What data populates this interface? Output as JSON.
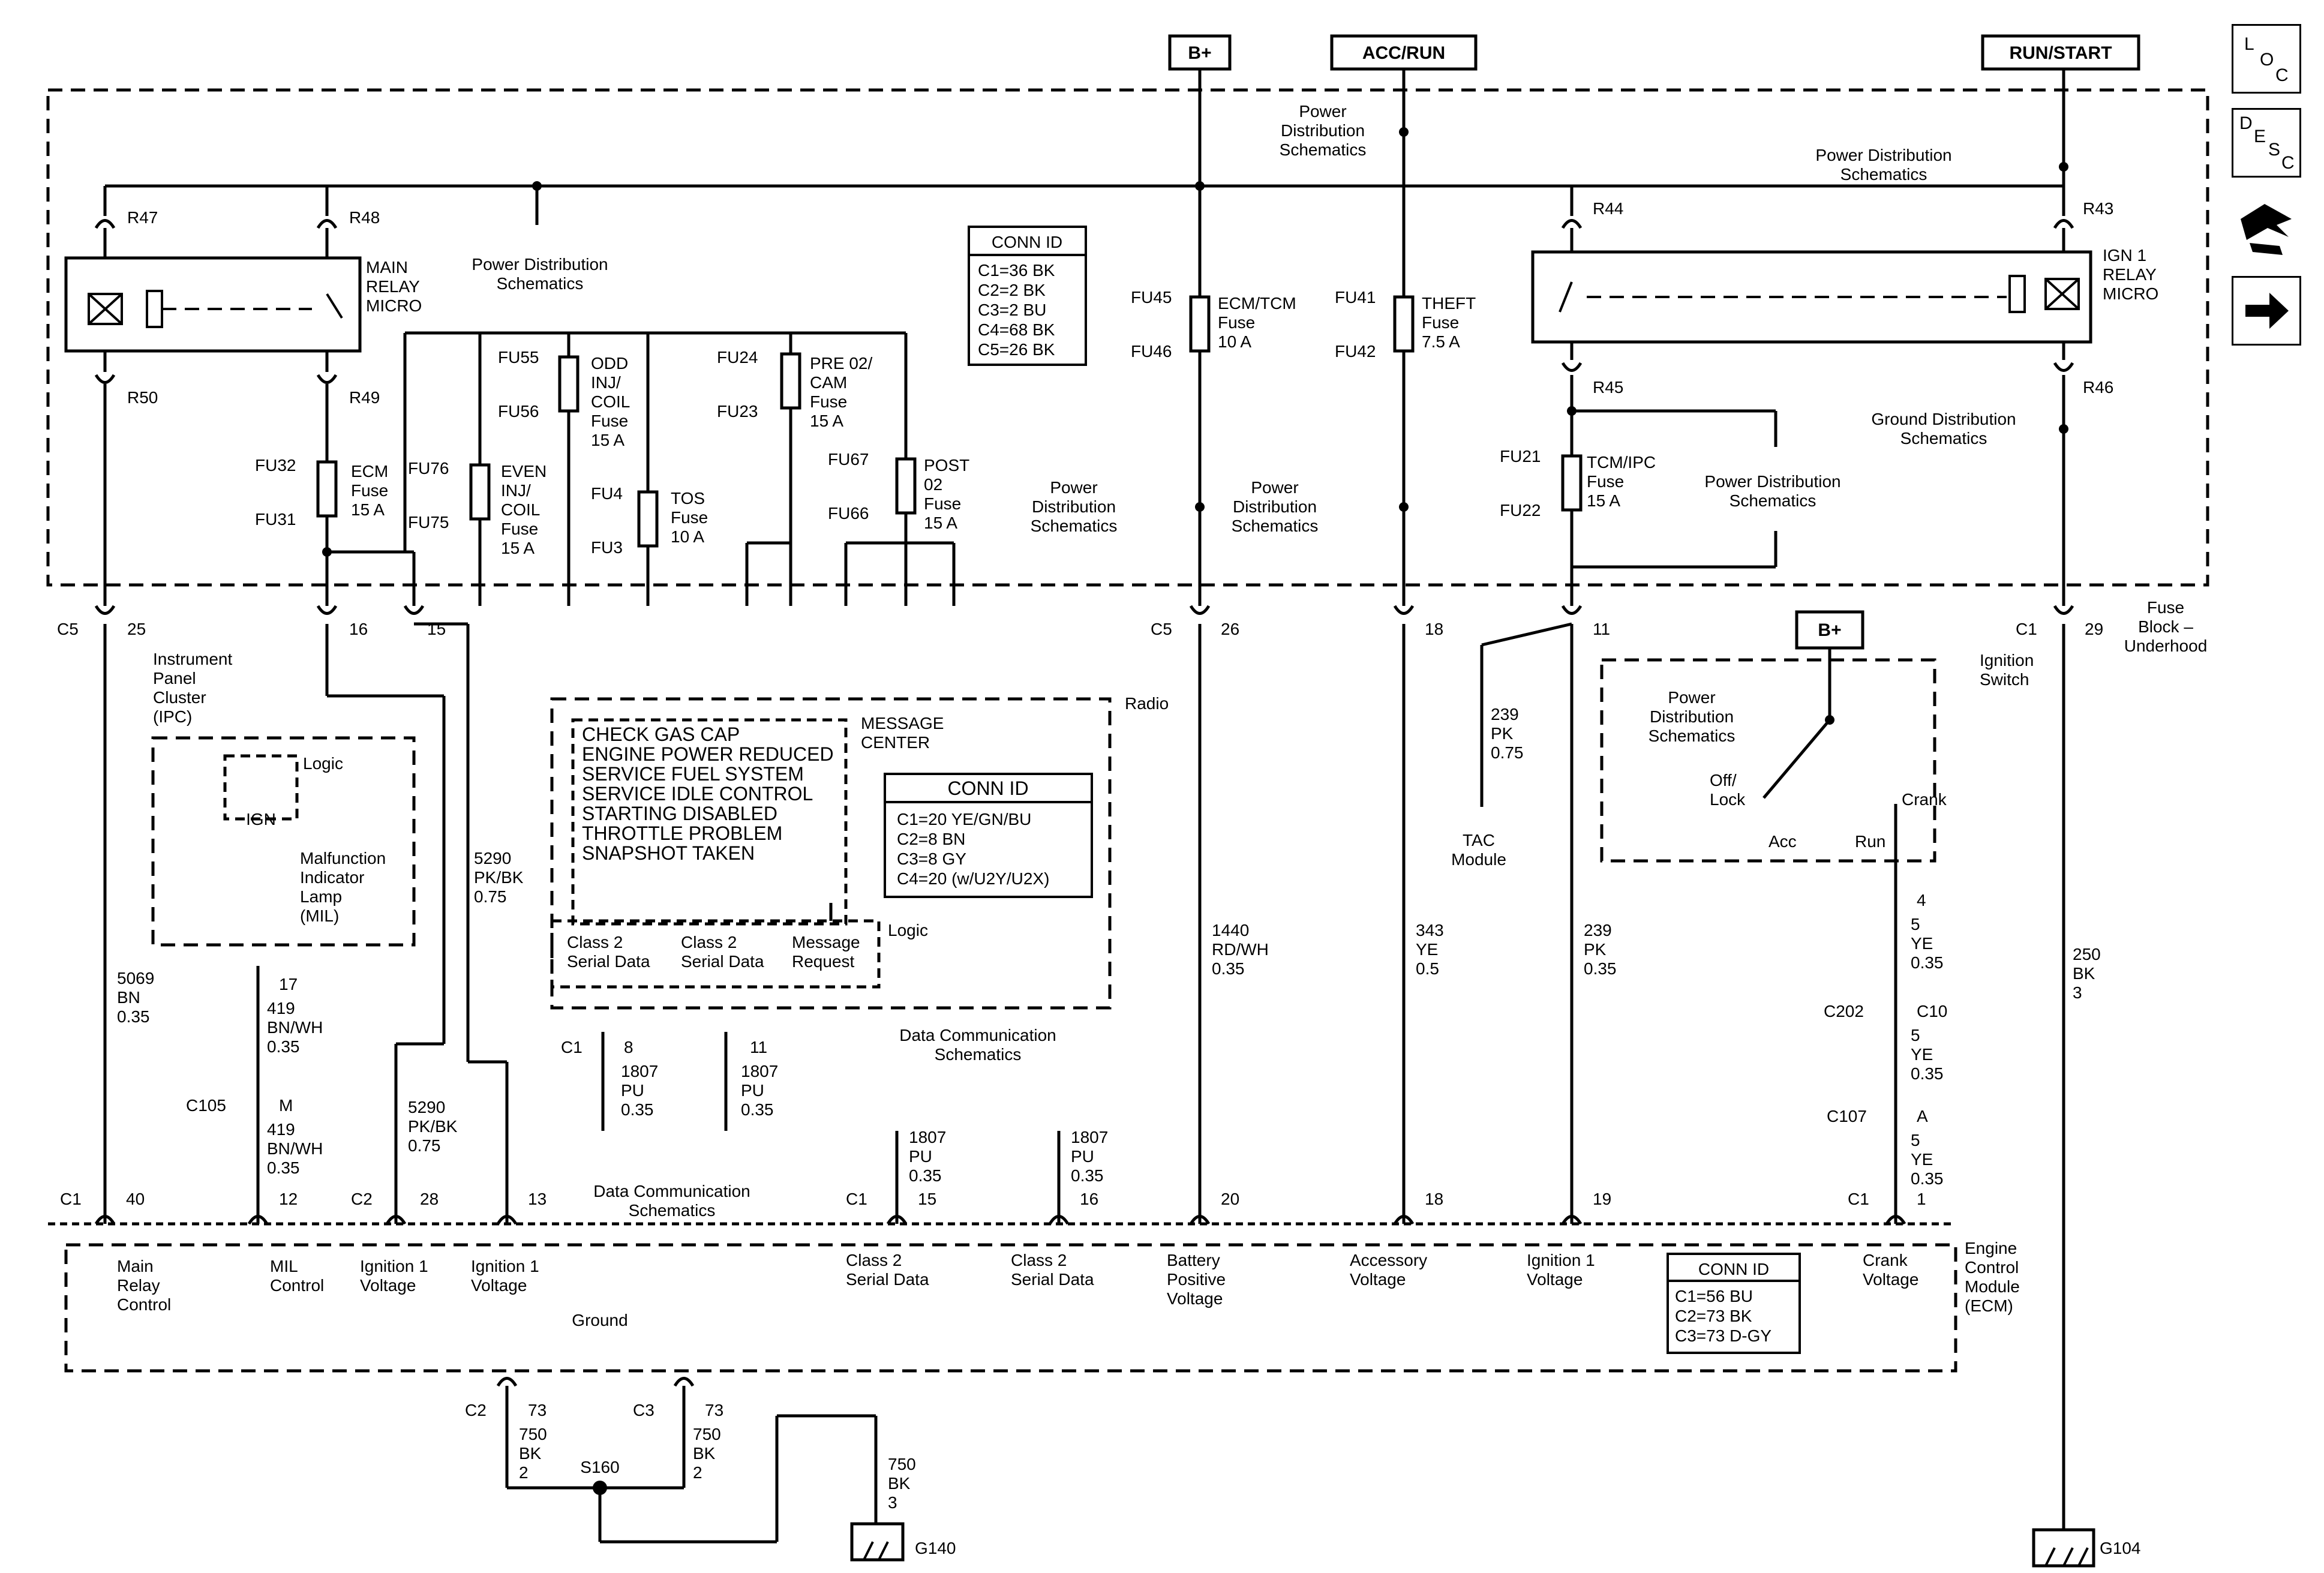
{
  "buses": {
    "bplus": "B+",
    "accrun": "ACC/RUN",
    "runstart": "RUN/START",
    "bplus2": "B+"
  },
  "side_icons": {
    "loc": [
      "L",
      "O",
      "C"
    ],
    "desc": [
      "D",
      "E",
      "S",
      "C"
    ],
    "diagnostic": "diagnostic-icon",
    "next": "next-arrow-icon"
  },
  "labels": {
    "pds_top": [
      "Power",
      "Distribution",
      "Schematics"
    ],
    "pds_right": [
      "Power Distribution",
      "Schematics"
    ],
    "pds_left": [
      "Power Distribution",
      "Schematics"
    ],
    "gds": [
      "Ground Distribution",
      "Schematics"
    ],
    "pds_tcm": [
      "Power Distribution",
      "Schematics"
    ],
    "pds_mid1": [
      "Power",
      "Distribution",
      "Schematics"
    ],
    "pds_mid2": [
      "Power",
      "Distribution",
      "Schematics"
    ],
    "pds_ign": [
      "Power",
      "Distribution",
      "Schematics"
    ],
    "main_relay": [
      "MAIN",
      "RELAY",
      "MICRO"
    ],
    "ign_relay": [
      "IGN 1",
      "RELAY",
      "MICRO"
    ],
    "r47": "R47",
    "r48": "R48",
    "r50": "R50",
    "r49": "R49",
    "r44": "R44",
    "r43": "R43",
    "r45": "R45",
    "r46": "R46",
    "conn_title": "CONN ID",
    "conn_fuse": [
      "C1=36 BK",
      "C2=2 BK",
      "C3=2 BU",
      "C4=68 BK",
      "C5=26 BK"
    ],
    "fu45": "FU45",
    "fu46": "FU46",
    "ecm_tcm": [
      "ECM/TCM",
      "Fuse",
      "10 A"
    ],
    "fu41": "FU41",
    "fu42": "FU42",
    "theft": [
      "THEFT",
      "Fuse",
      "7.5 A"
    ],
    "fu55": "FU55",
    "fu56": "FU56",
    "odd": [
      "ODD",
      "INJ/",
      "COIL",
      "Fuse",
      "15 A"
    ],
    "fu24": "FU24",
    "fu23": "FU23",
    "pre": [
      "PRE 02/",
      "CAM",
      "Fuse",
      "15 A"
    ],
    "fu32": "FU32",
    "fu31": "FU31",
    "ecm_fuse": [
      "ECM",
      "Fuse",
      "15 A"
    ],
    "fu76": "FU76",
    "fu75": "FU75",
    "even": [
      "EVEN",
      "INJ/",
      "COIL",
      "Fuse",
      "15 A"
    ],
    "fu4": "FU4",
    "fu3": "FU3",
    "tos": [
      "TOS",
      "Fuse",
      "10 A"
    ],
    "fu67": "FU67",
    "fu66": "FU66",
    "post": [
      "POST",
      "02",
      "Fuse",
      "15 A"
    ],
    "fu21": "FU21",
    "fu22": "FU22",
    "tcm": [
      "TCM/IPC",
      "Fuse",
      "15 A"
    ],
    "c5a": "C5",
    "p25": "25",
    "p16": "16",
    "p15": "15",
    "c5b": "C5",
    "p26": "26",
    "p18": "18",
    "p11": "11",
    "c1a": "C1",
    "p29": "29",
    "fuse_block": [
      "Fuse",
      "Block –",
      "Underhood"
    ],
    "ipc": [
      "Instrument",
      "Panel",
      "Cluster",
      "(IPC)"
    ],
    "logic": "Logic",
    "ign": "IGN",
    "mil": [
      "Malfunction",
      "Indicator",
      "Lamp",
      "(MIL)"
    ],
    "w5069": [
      "5069",
      "BN",
      "0.35"
    ],
    "p17": "17",
    "w419a": [
      "419",
      "BN/WH",
      "0.35"
    ],
    "c105": "C105",
    "pm": "M",
    "w419b": [
      "419",
      "BN/WH",
      "0.35"
    ],
    "w5290a": [
      "5290",
      "PK/BK",
      "0.75"
    ],
    "w5290b": [
      "5290",
      "PK/BK",
      "0.75"
    ],
    "radio": "Radio",
    "msg_center": [
      "MESSAGE",
      "CENTER"
    ],
    "messages": [
      "CHECK GAS CAP",
      "ENGINE POWER REDUCED",
      "SERVICE FUEL SYSTEM",
      "SERVICE IDLE CONTROL",
      "STARTING DISABLED",
      "THROTTLE PROBLEM",
      "SNAPSHOT TAKEN"
    ],
    "conn_radio": [
      "C1=20 YE/GN/BU",
      "C2=8 BN",
      "C3=8 GY",
      "C4=20 (w/U2Y/U2X)"
    ],
    "radio_logic": "Logic",
    "class2a": [
      "Class 2",
      "Serial Data"
    ],
    "class2b": [
      "Class 2",
      "Serial Data"
    ],
    "msg_req": [
      "Message",
      "Request"
    ],
    "c1r": "C1",
    "p8": "8",
    "p11r": "11",
    "w1807a": [
      "1807",
      "PU",
      "0.35"
    ],
    "w1807b": [
      "1807",
      "PU",
      "0.35"
    ],
    "dcs_bottom": [
      "Data Communication",
      "Schematics"
    ],
    "dcs_top": [
      "Data Communication",
      "Schematics"
    ],
    "w1807c": [
      "1807",
      "PU",
      "0.35"
    ],
    "w1807d": [
      "1807",
      "PU",
      "0.35"
    ],
    "w1440": [
      "1440",
      "RD/WH",
      "0.35"
    ],
    "w343": [
      "343",
      "YE",
      "0.5"
    ],
    "w239a": [
      "239",
      "PK",
      "0.75"
    ],
    "tac": [
      "TAC",
      "Module"
    ],
    "w239b": [
      "239",
      "PK",
      "0.35"
    ],
    "w250": [
      "250",
      "BK",
      "3"
    ],
    "ign_switch": [
      "Ignition",
      "Switch"
    ],
    "offlock": [
      "Off/",
      "Lock"
    ],
    "crank": "Crank",
    "acc": "Acc",
    "run": "Run",
    "p4": "4",
    "w5ye1": [
      "5",
      "YE",
      "0.35"
    ],
    "c202": "C202",
    "c10": "C10",
    "w5ye2": [
      "5",
      "YE",
      "0.35"
    ],
    "c107": "C107",
    "pa": "A",
    "w5ye3": [
      "5",
      "YE",
      "0.35"
    ],
    "e_c1a": "C1",
    "e_40": "40",
    "e_12": "12",
    "e_c2": "C2",
    "e_28": "28",
    "e_13": "13",
    "e_c1b": "C1",
    "e_15": "15",
    "e_16": "16",
    "e_20": "20",
    "e_18": "18",
    "e_19": "19",
    "e_c1c": "C1",
    "e_1": "1",
    "main_relay_ctl": [
      "Main",
      "Relay",
      "Control"
    ],
    "mil_ctl": [
      "MIL",
      "Control"
    ],
    "ign1a": [
      "Ignition 1",
      "Voltage"
    ],
    "ign1b": [
      "Ignition 1",
      "Voltage"
    ],
    "c2sd_a": [
      "Class 2",
      "Serial Data"
    ],
    "c2sd_b": [
      "Class 2",
      "Serial Data"
    ],
    "batt": [
      "Battery",
      "Positive",
      "Voltage"
    ],
    "acc_v": [
      "Accessory",
      "Voltage"
    ],
    "ign1c": [
      "Ignition 1",
      "Voltage"
    ],
    "crank_v": [
      "Crank",
      "Voltage"
    ],
    "ecm": [
      "Engine",
      "Control",
      "Module",
      "(ECM)"
    ],
    "conn_ecm": [
      "C1=56 BU",
      "C2=73 BK",
      "C3=73 D-GY"
    ],
    "ground": "Ground",
    "g_c2": "C2",
    "g_73a": "73",
    "g_c3": "C3",
    "g_73b": "73",
    "w750a": [
      "750",
      "BK",
      "2"
    ],
    "w750b": [
      "750",
      "BK",
      "2"
    ],
    "s160": "S160",
    "w750c": [
      "750",
      "BK",
      "3"
    ],
    "g140": "G140",
    "g104": "G104"
  }
}
